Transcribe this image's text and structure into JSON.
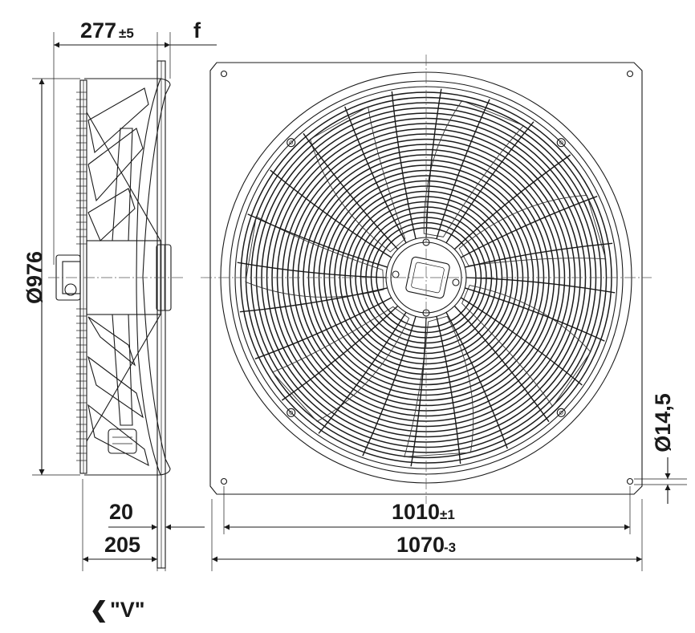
{
  "dimensions": {
    "depth_total": {
      "value": "277",
      "tolerance": "±5"
    },
    "f_label": "f",
    "diameter": "Ø976",
    "hole_diameter": "Ø14,5",
    "flange_offset": "20",
    "side_depth": "205",
    "hole_pitch": {
      "value": "1010",
      "tolerance": "±1"
    },
    "plate_width": {
      "value": "1070",
      "tolerance": "-3"
    }
  },
  "view_marker": {
    "symbol": "❮",
    "label": "\"V\""
  }
}
